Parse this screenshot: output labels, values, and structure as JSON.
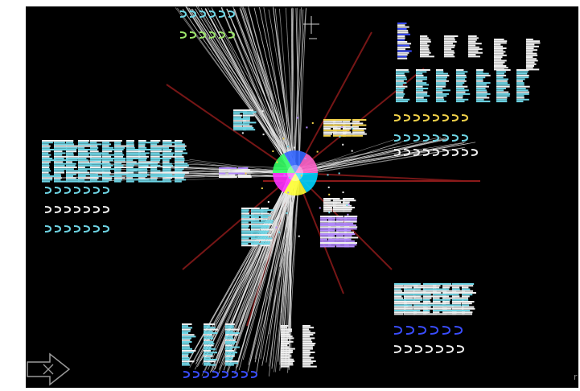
{
  "scene": {
    "description_kind": "radial-network-visualization",
    "background": "#000000",
    "hub_colors": [
      "#00d4ff",
      "#ffff33",
      "#ff33ff",
      "#33ff66",
      "#3366ff",
      "#ff66cc"
    ],
    "edge_color": "#e6e6e6",
    "axis_color": "#8b1a1a",
    "label_colors": {
      "cyan": "#6fd6e6",
      "white": "#f0f0f0",
      "yellow": "#f2d24a",
      "green": "#9be36a",
      "blue": "#3a4dff",
      "purple": "#b58cff"
    },
    "clusters": [
      "top",
      "left",
      "top-right",
      "bottom",
      "bottom-right",
      "center"
    ]
  },
  "icons": {
    "nav_arrow": "arrow-right-icon",
    "edge_glyph": "r"
  }
}
